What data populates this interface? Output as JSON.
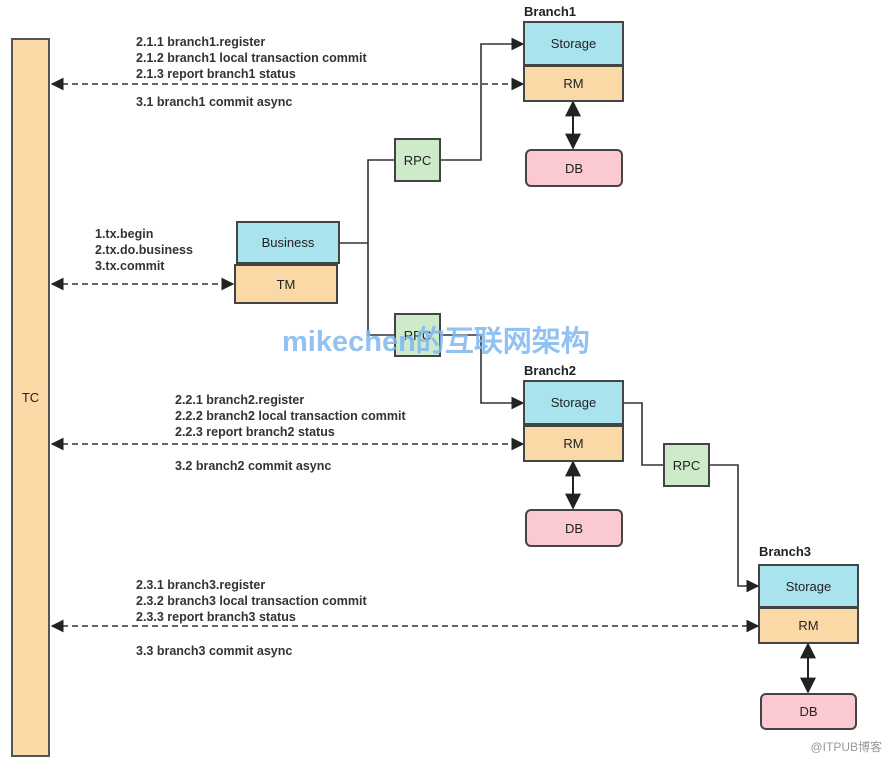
{
  "tc": {
    "label": "TC"
  },
  "coordinator": {
    "business": "Business",
    "tm": "TM"
  },
  "rpc_label": "RPC",
  "branch1": {
    "title": "Branch1",
    "storage": "Storage",
    "rm": "RM",
    "db": "DB",
    "messages": [
      "2.1.1 branch1.register",
      "2.1.2 branch1 local transaction commit",
      "2.1.3 report branch1 status"
    ],
    "async": "3.1 branch1 commit async"
  },
  "branch2": {
    "title": "Branch2",
    "storage": "Storage",
    "rm": "RM",
    "db": "DB",
    "messages": [
      "2.2.1 branch2.register",
      "2.2.2 branch2 local transaction commit",
      "2.2.3 report branch2 status"
    ],
    "async": "3.2 branch2 commit async"
  },
  "branch3": {
    "title": "Branch3",
    "storage": "Storage",
    "rm": "RM",
    "db": "DB",
    "messages": [
      "2.3.1 branch3.register",
      "2.3.2 branch3 local transaction commit",
      "2.3.3 report branch3 status"
    ],
    "async": "3.3 branch3 commit async"
  },
  "tx_messages": [
    "1.tx.begin",
    "2.tx.do.business",
    "3.tx.commit"
  ],
  "watermark": "mikechen的互联网架构",
  "credit": "@ITPUB博客",
  "colors": {
    "storage": "#A9E3EE",
    "rm": "#FBD9A6",
    "db": "#FBC9D0",
    "rpc": "#CDEACB",
    "tc": "#FBD9A6",
    "watermark": "#7FB8F0"
  }
}
